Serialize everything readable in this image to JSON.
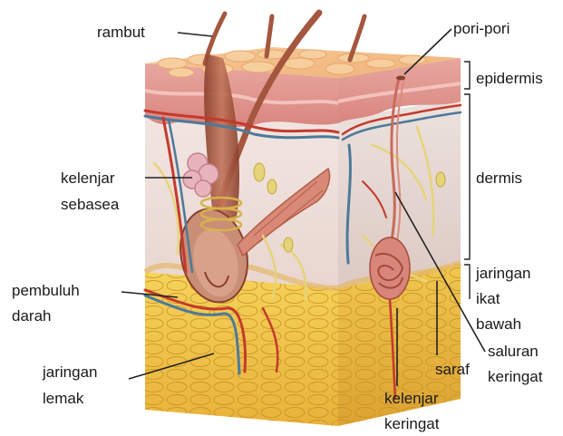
{
  "labels": {
    "rambut": "rambut",
    "pori": "pori-pori",
    "epidermis": "epidermis",
    "dermis": "dermis",
    "kelenjar_sebasea_1": "kelenjar",
    "kelenjar_sebasea_2": "sebasea",
    "jaringan_ikat_bawah_1": "jaringan",
    "jaringan_ikat_bawah_2": "ikat",
    "jaringan_ikat_bawah_3": "bawah",
    "pembuluh_darah_1": "pembuluh",
    "pembuluh_darah_2": "darah",
    "saluran_keringat_1": "saluran",
    "saluran_keringat_2": "keringat",
    "saraf": "saraf",
    "jaringan_lemak_1": "jaringan",
    "jaringan_lemak_2": "lemak",
    "kelenjar_keringat_1": "kelenjar",
    "kelenjar_keringat_2": "keringat"
  },
  "colors": {
    "epidermis": "#e9a7a0",
    "dermis": "#efe4e0",
    "fat": "#f3c94c",
    "hair": "#a5563f",
    "vessel_red": "#c43a2e",
    "vessel_blue": "#4d7a9a",
    "nerve": "#e6d47a"
  }
}
